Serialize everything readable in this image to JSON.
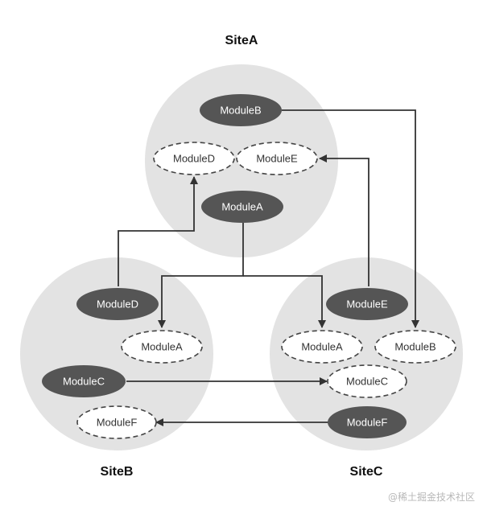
{
  "colors": {
    "site_fill": "#e3e3e3",
    "solid_module_fill": "#555555",
    "dashed_module_fill": "#ffffff",
    "dashed_stroke": "#444444",
    "connector": "#333333",
    "text_dark": "#111111"
  },
  "sites": [
    {
      "id": "siteA",
      "label": "SiteA"
    },
    {
      "id": "siteB",
      "label": "SiteB"
    },
    {
      "id": "siteC",
      "label": "SiteC"
    }
  ],
  "modules": [
    {
      "id": "a-moduleB",
      "site": "siteA",
      "label": "ModuleB",
      "style": "solid"
    },
    {
      "id": "a-moduleD",
      "site": "siteA",
      "label": "ModuleD",
      "style": "dashed"
    },
    {
      "id": "a-moduleE",
      "site": "siteA",
      "label": "ModuleE",
      "style": "dashed"
    },
    {
      "id": "a-moduleA",
      "site": "siteA",
      "label": "ModuleA",
      "style": "solid"
    },
    {
      "id": "b-moduleD",
      "site": "siteB",
      "label": "ModuleD",
      "style": "solid"
    },
    {
      "id": "b-moduleA",
      "site": "siteB",
      "label": "ModuleA",
      "style": "dashed"
    },
    {
      "id": "b-moduleC",
      "site": "siteB",
      "label": "ModuleC",
      "style": "solid"
    },
    {
      "id": "b-moduleF",
      "site": "siteB",
      "label": "ModuleF",
      "style": "dashed"
    },
    {
      "id": "c-moduleE",
      "site": "siteC",
      "label": "ModuleE",
      "style": "solid"
    },
    {
      "id": "c-moduleA",
      "site": "siteC",
      "label": "ModuleA",
      "style": "dashed"
    },
    {
      "id": "c-moduleB",
      "site": "siteC",
      "label": "ModuleB",
      "style": "dashed"
    },
    {
      "id": "c-moduleC",
      "site": "siteC",
      "label": "ModuleC",
      "style": "dashed"
    },
    {
      "id": "c-moduleF",
      "site": "siteC",
      "label": "ModuleF",
      "style": "solid"
    }
  ],
  "connections": [
    {
      "from": "b-moduleD",
      "to": "a-moduleD"
    },
    {
      "from": "a-moduleA",
      "to": "b-moduleA"
    },
    {
      "from": "a-moduleA",
      "to": "c-moduleA"
    },
    {
      "from": "a-moduleB",
      "to": "c-moduleB"
    },
    {
      "from": "c-moduleE",
      "to": "a-moduleE"
    },
    {
      "from": "b-moduleC",
      "to": "c-moduleC"
    },
    {
      "from": "c-moduleF",
      "to": "b-moduleF"
    }
  ],
  "watermark": "@稀土掘金技术社区"
}
